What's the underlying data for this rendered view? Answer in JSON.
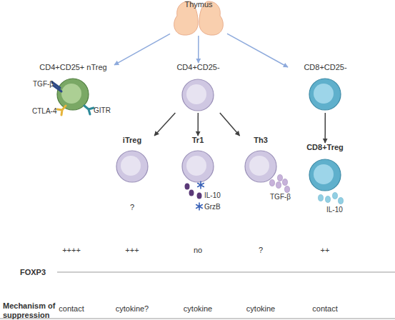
{
  "diagram": {
    "nodes": [
      {
        "text": [
          "Thymus"
        ]
      },
      {
        "text": [
          "CD4+CD25+ nTreg"
        ]
      },
      {
        "text": [
          "CD4+CD25-"
        ]
      },
      {
        "text": [
          "CD8+CD25-"
        ]
      },
      {
        "text": [
          "iTreg"
        ]
      },
      {
        "text": [
          "Tr1"
        ]
      },
      {
        "text": [
          "Th3"
        ]
      },
      {
        "text": [
          "CD8+Treg"
        ]
      }
    ],
    "edges": [
      {
        "from": 0,
        "to": 1,
        "arrow": "to"
      },
      {
        "from": 0,
        "to": 2,
        "arrow": "to"
      },
      {
        "from": 0,
        "to": 3,
        "arrow": "to"
      },
      {
        "from": 2,
        "to": 4,
        "arrow": "to"
      },
      {
        "from": 2,
        "to": 5,
        "arrow": "to"
      },
      {
        "from": 2,
        "to": 6,
        "arrow": "to"
      },
      {
        "from": 3,
        "to": 7,
        "arrow": "to"
      }
    ],
    "labels": [
      "TGF-β",
      "CTLA-4",
      "GITR",
      "?",
      "IL-10",
      "GrzB",
      "TGF-β",
      "IL-10",
      "++++",
      "+++",
      "no",
      "?",
      "++",
      "FOXP3",
      "Mechanism of suppression",
      "contact",
      "cytokine?",
      "cytokine",
      "cytokine",
      "contact"
    ]
  }
}
